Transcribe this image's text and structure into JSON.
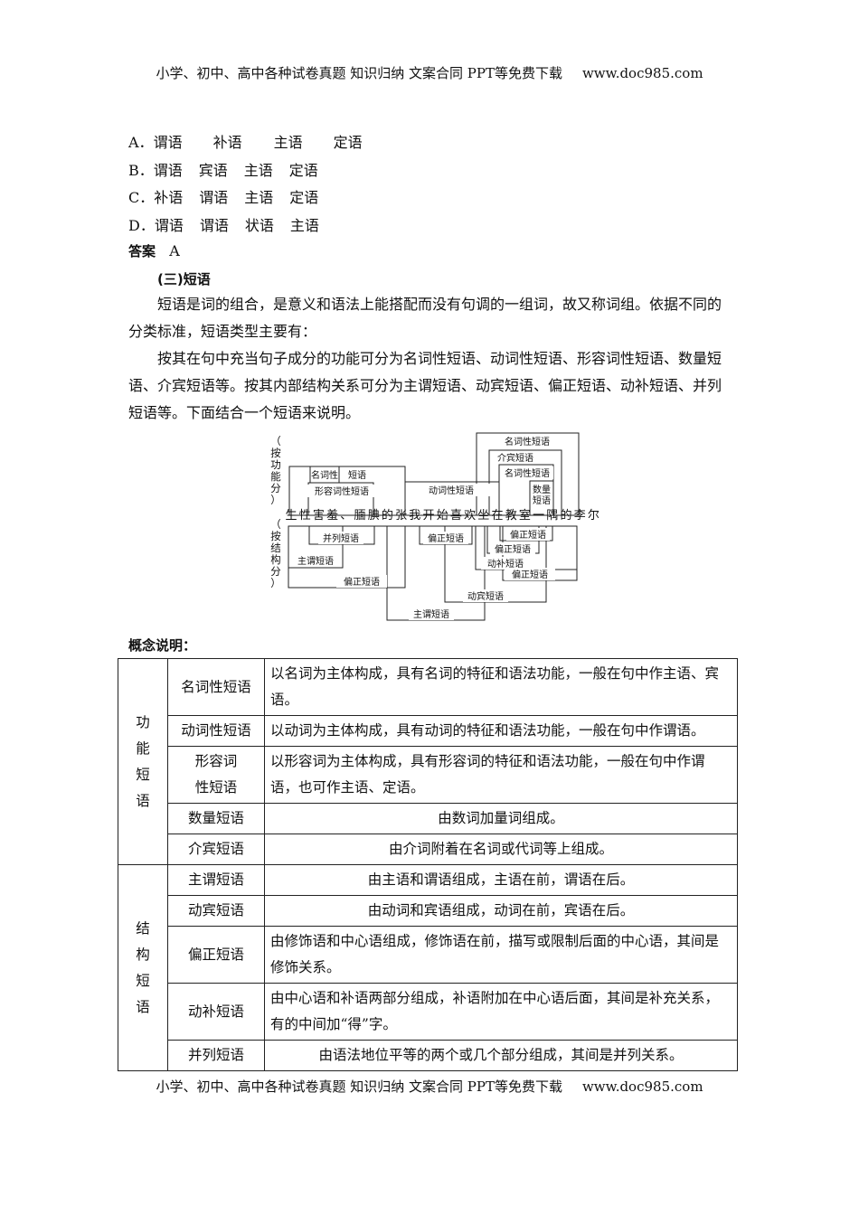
{
  "header": {
    "text": "小学、初中、高中各种试卷真题  知识归纳  文案合同  PPT等免费下载",
    "url": "www.doc985.com"
  },
  "footer": {
    "text": "小学、初中、高中各种试卷真题  知识归纳  文案合同  PPT等免费下载",
    "url": "www.doc985.com"
  },
  "options": [
    {
      "label": "A．",
      "items": [
        "谓语",
        "补语",
        "主语",
        "定语"
      ]
    },
    {
      "label": "B．",
      "items": [
        "谓语",
        "宾语",
        "主语",
        "定语"
      ]
    },
    {
      "label": "C．",
      "items": [
        "补语",
        "谓语",
        "主语",
        "定语"
      ]
    },
    {
      "label": "D．",
      "items": [
        "谓语",
        "谓语",
        "状语",
        "主语"
      ]
    }
  ],
  "answer": {
    "label": "答案",
    "value": "A"
  },
  "section_title": "(三)短语",
  "paragraphs": [
    "短语是词的组合，是意义和语法上能搭配而没有句调的一组词，故又称词组。依据不同的分类标准，短语类型主要有：",
    "按其在句中充当句子成分的功能可分为名词性短语、动词性短语、形容词性短语、数量短语、介宾短语等。按其内部结构关系可分为主谓短语、动宾短语、偏正短语、动补短语、并列短语等。下面结合一个短语来说明。"
  ],
  "diagram": {
    "side_top": "（按功能分）",
    "side_bottom": "（按结构分）",
    "sentence": [
      "生",
      "性",
      "害",
      "羞",
      "、",
      "腼",
      "腆",
      "的",
      "张",
      "我",
      "开",
      "始",
      "喜",
      "欢",
      "坐",
      "在",
      "教",
      "室",
      "一",
      "隅",
      "的",
      "李",
      "尔"
    ],
    "labels_top": [
      "名词性短语",
      "名词性",
      "短语",
      "形容词性短语",
      "动词性短语",
      "介宾短语",
      "名词性短语",
      "数量短语"
    ],
    "labels_bottom": [
      "并列短语",
      "主谓短语",
      "偏正短语",
      "偏正短语",
      "偏正短语",
      "偏正短语",
      "动补短语",
      "偏正短语",
      "动宾短语",
      "主谓短语"
    ]
  },
  "concept_title": "概念说明：",
  "concept_table": {
    "groups": [
      {
        "category": "功能短语",
        "rows": [
          {
            "name": "名词性短语",
            "desc": "以名词为主体构成，具有名词的特征和语法功能，一般在句中作主语、宾语。"
          },
          {
            "name": "动词性短语",
            "desc": "以动词为主体构成，具有动词的特征和语法功能，一般在句中作谓语。"
          },
          {
            "name": "形容词性短语",
            "desc": "以形容词为主体构成，具有形容词的特征和语法功能，一般在句中作谓语，也可作主语、定语。"
          },
          {
            "name": "数量短语",
            "desc": "由数词加量词组成。"
          },
          {
            "name": "介宾短语",
            "desc": "由介词附着在名词或代词等上组成。"
          }
        ]
      },
      {
        "category": "结构短语",
        "rows": [
          {
            "name": "主谓短语",
            "desc": "由主语和谓语组成，主语在前，谓语在后。"
          },
          {
            "name": "动宾短语",
            "desc": "由动词和宾语组成，动词在前，宾语在后。"
          },
          {
            "name": "偏正短语",
            "desc": "由修饰语和中心语组成，修饰语在前，描写或限制后面的中心语，其间是修饰关系。"
          },
          {
            "name": "动补短语",
            "desc": "由中心语和补语两部分组成，补语附加在中心语后面，其间是补充关系，有的中间加“得”字。"
          },
          {
            "name": "并列短语",
            "desc": "由语法地位平等的两个或几个部分组成，其间是并列关系。"
          }
        ]
      }
    ]
  }
}
